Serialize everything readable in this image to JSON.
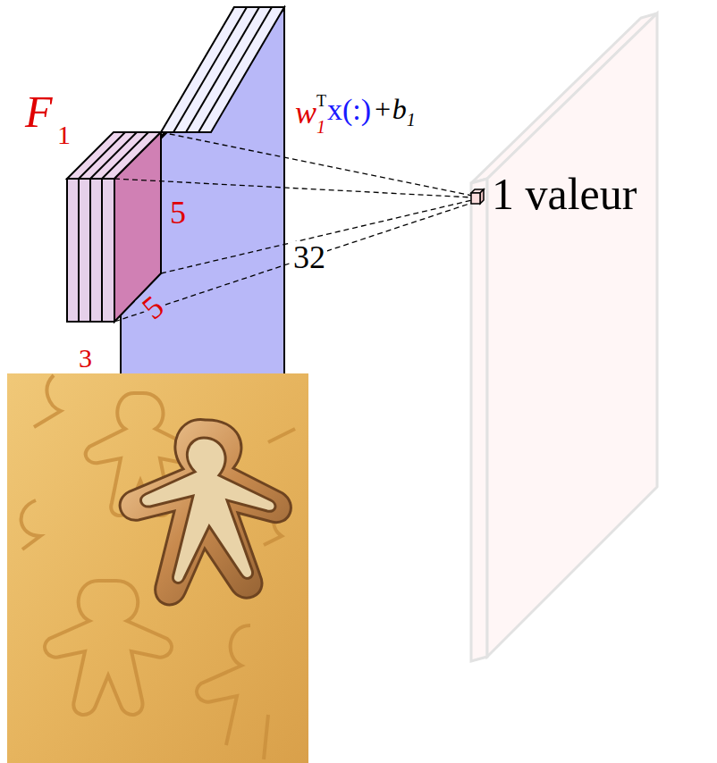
{
  "diagram": {
    "labels": [
      "F",
      "1",
      "w",
      "1",
      "T",
      "x(:)",
      "+b",
      "1",
      "1 valeur",
      "5",
      "5",
      "32",
      "3"
    ]
  }
}
